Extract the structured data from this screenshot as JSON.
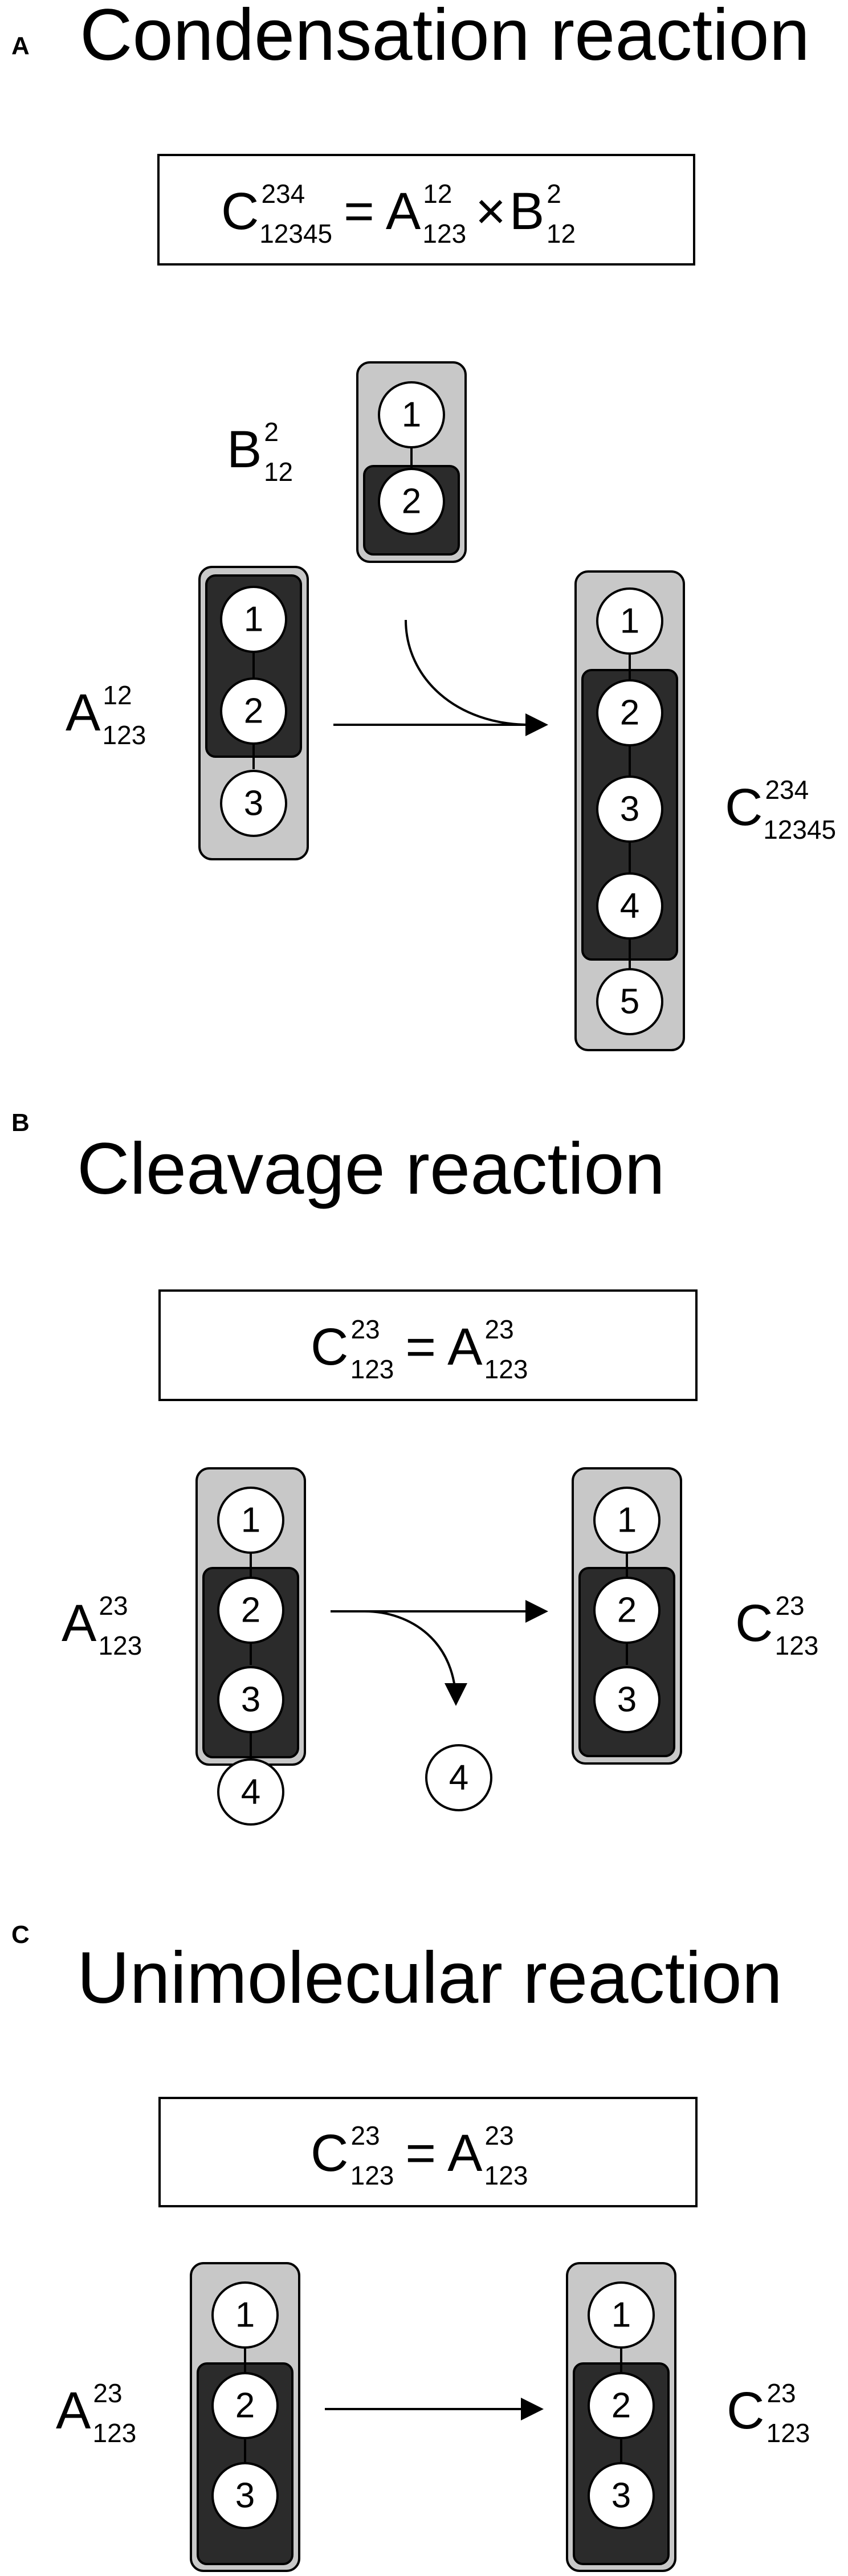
{
  "panels": {
    "a": {
      "letter": "A",
      "title": "Condensation reaction",
      "equation": {
        "c_base": "C",
        "c_sup": "234",
        "c_sub": "12345",
        "eq": "=",
        "a_base": "A",
        "a_sup": "12",
        "a_sub": "123",
        "times": "×",
        "b_base": "B",
        "b_sup": "2",
        "b_sub": "12"
      },
      "labels": {
        "b_base": "B",
        "b_sup": "2",
        "b_sub": "12",
        "a_base": "A",
        "a_sup": "12",
        "a_sub": "123",
        "c_base": "C",
        "c_sup": "234",
        "c_sub": "12345"
      },
      "nodes": {
        "b": [
          "1",
          "2"
        ],
        "a": [
          "1",
          "2",
          "3"
        ],
        "c": [
          "1",
          "2",
          "3",
          "4",
          "5"
        ]
      }
    },
    "b": {
      "letter": "B",
      "title": "Cleavage reaction",
      "equation": {
        "c_base": "C",
        "c_sup": "23",
        "c_sub": "123",
        "eq": "=",
        "a_base": "A",
        "a_sup": "23",
        "a_sub": "123"
      },
      "labels": {
        "a_base": "A",
        "a_sup": "23",
        "a_sub": "123",
        "c_base": "C",
        "c_sup": "23",
        "c_sub": "123"
      },
      "nodes": {
        "a": [
          "1",
          "2",
          "3",
          "4"
        ],
        "c": [
          "1",
          "2",
          "3"
        ],
        "released": "4"
      }
    },
    "c": {
      "letter": "C",
      "title": "Unimolecular reaction",
      "equation": {
        "c_base": "C",
        "c_sup": "23",
        "c_sub": "123",
        "eq": "=",
        "a_base": "A",
        "a_sup": "23",
        "a_sub": "123"
      },
      "labels": {
        "a_base": "A",
        "a_sup": "23",
        "a_sub": "123",
        "c_base": "C",
        "c_sup": "23",
        "c_sub": "123"
      },
      "nodes": {
        "a": [
          "1",
          "2",
          "3"
        ],
        "c": [
          "1",
          "2",
          "3"
        ]
      }
    }
  }
}
